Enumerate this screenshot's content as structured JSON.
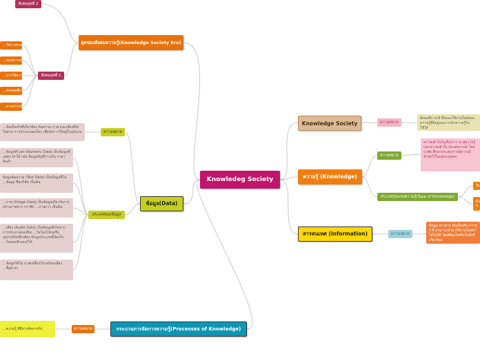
{
  "central": "Knowledeg Society",
  "right": {
    "ks": {
      "title": "Knowledge Society",
      "meaning_label": "ความหมาย",
      "leaf": "สังคมที่การเข้าถึงและใช้งานในสังคม ความรู้ที่มีอยู่และการนำความรู้ไปใช้ได้"
    },
    "knowledge": {
      "title": "ความรู้ (Knowledge)",
      "meaning_label": "ความหมาย",
      "meaning_leaf": "ความเข้าใจในเรื่องราว มาสู่ความรู้และความเข้าใจ ประสบการณ์ โดยอาศัย ศึกษาประสบการณ์ความรู้ จำกัดไว้ในแต่ละบุคคล",
      "types_label": "ประเภทรูปแบบความรู้(Type of Knowledge)",
      "type1": "Ta",
      "type2": "Ex a"
    },
    "info": {
      "title": "สารสนเทศ (Information)",
      "meaning_label": "ความหมาย",
      "leaf": "ข้อมูล ข่าวสาร ข้อเท็จจริง ความรู้ ที่ สามารถนำมาใช้งานโดยนำได้ไปใช้ วัตถุที่สนใจหรือในสิ่งที่เกี่ยวข้อง"
    }
  },
  "left": {
    "era": {
      "title": "ยุคของสังคมความรู้(Knowledge Society Era)",
      "society2": "สังคมยุคที่ 2",
      "society1": "สังคมยุคที่ 1",
      "items": [
        "...ใช้การผ่าน",
        "...ของความรู้",
        "...การใช้ความรู้",
        "...ดังเหตุเพื่อใช้",
        "...จากความรู้"
      ]
    },
    "data": {
      "title": "ข้อมูล(Data)",
      "meaning_label": "ความหมาย",
      "meaning_leaf": "...ข้อเท็จจริงที่เกี่ยวข้อง ข้อความ ภาพ และเสียงที่ยังไม่ผ่าน การประมวลผลใดๆ เพื่อจัดการให้อยู่ในรูปแบบ",
      "types_label": "ประเภทของข้อมูล",
      "types": [
        "...ข้อมูลตัวเลข (Numeric Data) เป็นข้อมูลที่แสดง ค่าได้ เช่น ข้อมูลบัญชีการเงิน ราคาสินค้า",
        "ข้อมูลข้อความ (Text Data) เป็นข้อมูลที่ไม่ ...ข้อมูล ชื่อบริษัท เป็นต้น",
        "...ภาพ (Image Data) เป็นข้อมูลเกี่ยวกับการสร้างภาพทาง กราฟิก ...ภาพการ เป็นต้น",
        "...เสียง (Audio Data) เป็นข้อมูลที่เกิดจากการประมวลผลเสียง ...ไมโครโฟนหรืออุปกรณ์บันทึกเสียง ข้อมูลประเภทนี้จัดเก็บ ...ในคอมพิวเตอร์ได้",
        "...ข้อมูลวิดีโอ ภาพเคลื่อนไหวพร้อมเสียง ...สื่อต่างๆ"
      ]
    },
    "process": {
      "title": "กระบวนการจัดการความรู้(Processes of Knowledge)",
      "meaning_label": "ความหมาย",
      "leaf": "...ความรู้ ที่มีการจัดการกับ"
    }
  },
  "colors": {
    "central": "#c0156b",
    "era": "#e8730e",
    "data": "#c7cf1e",
    "process": "#0f96b5",
    "ks": "#deb995",
    "knowledge": "#f07e0e",
    "info": "#ffd700",
    "edge": "#c9c9c9"
  }
}
